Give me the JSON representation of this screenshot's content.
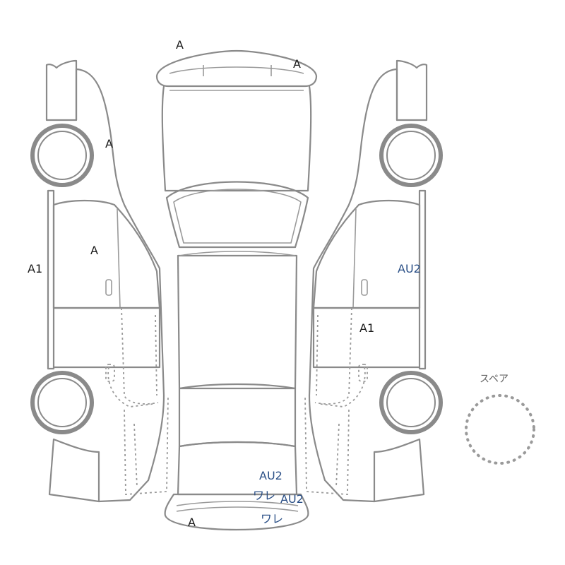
{
  "colors": {
    "outline": "#8a8a8a",
    "mark_black": "#1a1a1a",
    "mark_blue": "#2a4f86",
    "background": "#ffffff"
  },
  "marks": {
    "roof_front_a": "A",
    "roof_front_right_a": "A",
    "left_fender_a": "A",
    "left_pillar_a1": "A1",
    "left_front_door_a": "A",
    "right_front_door_au2": "AU2",
    "right_rear_door_a1": "A1",
    "rear_bumper_au2_top": "AU2",
    "rear_bumper_crack_1": "ワレ",
    "rear_bumper_au2_bottom": "AU2",
    "rear_bumper_crack_2": "ワレ",
    "rear_bumper_a": "A"
  },
  "spare": {
    "label": "スペア"
  }
}
